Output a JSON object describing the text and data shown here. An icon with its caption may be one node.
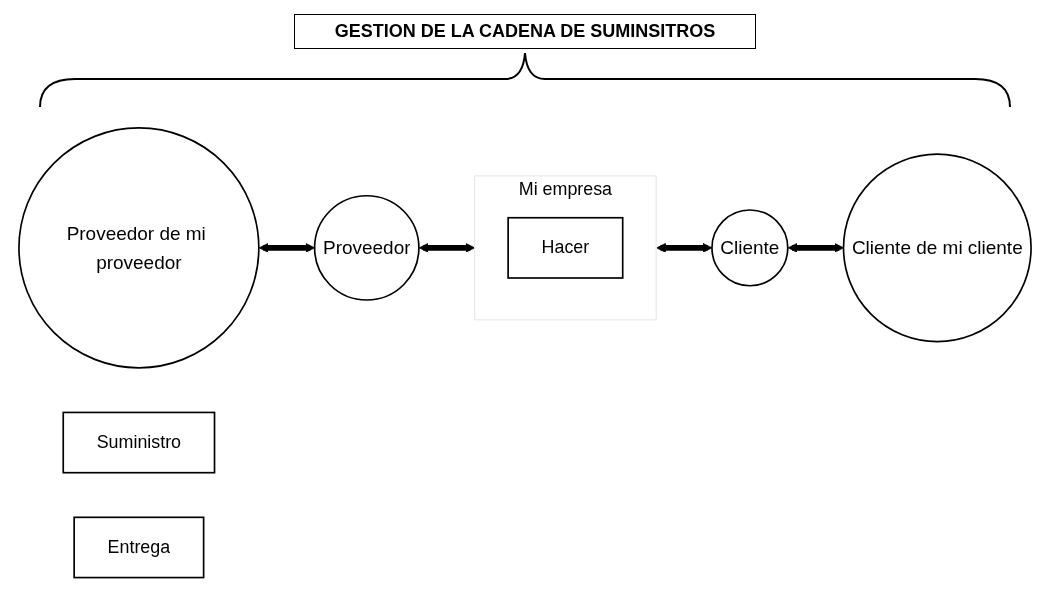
{
  "diagram": {
    "title": "GESTION DE LA CADENA DE SUMINSITROS",
    "nodes": [
      {
        "text": [
          "Proveedor de mi proveedor"
        ]
      },
      {
        "text": [
          "Proveedor"
        ]
      },
      {
        "text": [
          "Mi empresa"
        ]
      },
      {
        "text": [
          "Cliente"
        ]
      },
      {
        "text": [
          "Cliente de mi cliente"
        ]
      },
      {
        "text": [
          "Suministro"
        ]
      },
      {
        "text": [
          "Hacer"
        ],
        "in": 2
      },
      {
        "text": [
          "Entrega"
        ]
      }
    ],
    "edges": [
      {
        "from": 0,
        "to": 1,
        "arrow": "both"
      },
      {
        "from": 1,
        "to": 2,
        "arrow": "both"
      },
      {
        "from": 2,
        "to": 3,
        "arrow": "both"
      },
      {
        "from": 3,
        "to": 4,
        "arrow": "both"
      }
    ]
  }
}
